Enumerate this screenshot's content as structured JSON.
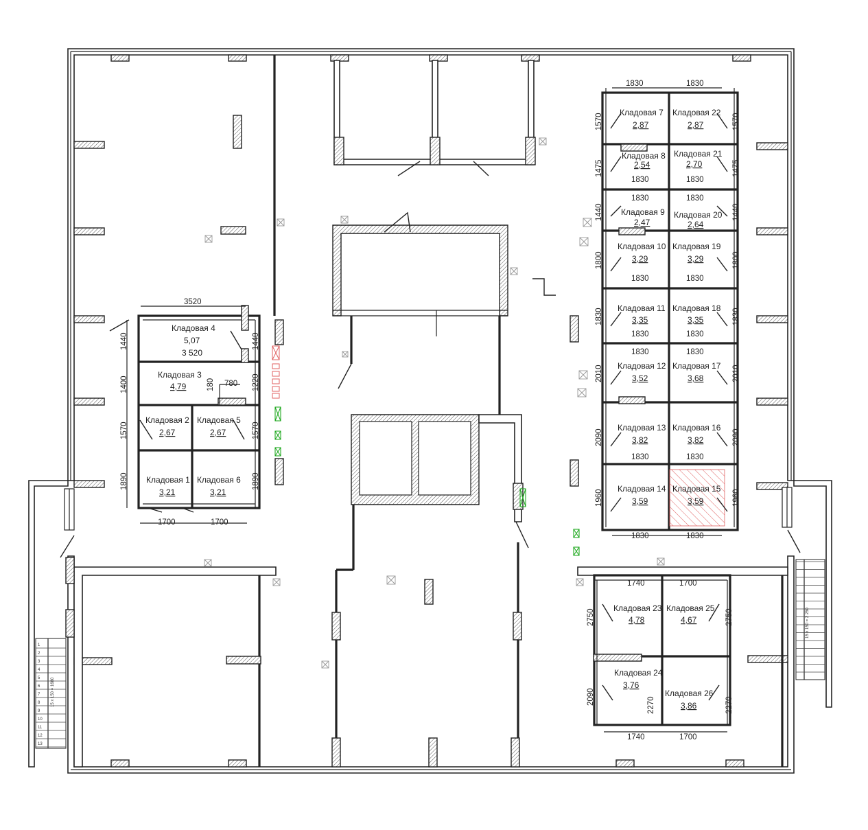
{
  "plan": {
    "accent_colors": {
      "walls": "#222222",
      "highlight_red": "#e06060",
      "highlight_green": "#22aa22"
    },
    "rooms": [
      {
        "id": "r1",
        "name": "Кладовая 1",
        "area": "3,21"
      },
      {
        "id": "r2",
        "name": "Кладовая 2",
        "area": "2,67"
      },
      {
        "id": "r3",
        "name": "Кладовая 3",
        "area": "4,79"
      },
      {
        "id": "r4",
        "name": "Кладовая 4",
        "area": "5,07",
        "extra": "3 520"
      },
      {
        "id": "r5",
        "name": "Кладовая 5",
        "area": "2,67"
      },
      {
        "id": "r6",
        "name": "Кладовая 6",
        "area": "3,21"
      },
      {
        "id": "r7",
        "name": "Кладовая 7",
        "area": "2,87"
      },
      {
        "id": "r8",
        "name": "Кладовая 8",
        "area": "2,54"
      },
      {
        "id": "r9",
        "name": "Кладовая 9",
        "area": "2,47"
      },
      {
        "id": "r10",
        "name": "Кладовая 10",
        "area": "3,29"
      },
      {
        "id": "r11",
        "name": "Кладовая 11",
        "area": "3,35"
      },
      {
        "id": "r12",
        "name": "Кладовая 12",
        "area": "3,52"
      },
      {
        "id": "r13",
        "name": "Кладовая 13",
        "area": "3,82"
      },
      {
        "id": "r14",
        "name": "Кладовая 14",
        "area": "3,59"
      },
      {
        "id": "r15",
        "name": "Кладовая 15",
        "area": "3,59"
      },
      {
        "id": "r16",
        "name": "Кладовая 16",
        "area": "3,82"
      },
      {
        "id": "r17",
        "name": "Кладовая 17",
        "area": "3,68"
      },
      {
        "id": "r18",
        "name": "Кладовая 18",
        "area": "3,35"
      },
      {
        "id": "r19",
        "name": "Кладовая 19",
        "area": "3,29"
      },
      {
        "id": "r20",
        "name": "Кладовая 20",
        "area": "2,64"
      },
      {
        "id": "r21",
        "name": "Кладовая 21",
        "area": "2,70"
      },
      {
        "id": "r22",
        "name": "Кладовая 22",
        "area": "2,87"
      },
      {
        "id": "r23",
        "name": "Кладовая 23",
        "area": "4,78"
      },
      {
        "id": "r24",
        "name": "Кладовая 24",
        "area": "3,76"
      },
      {
        "id": "r25",
        "name": "Кладовая 25",
        "area": "4,67"
      },
      {
        "id": "r26",
        "name": "Кладовая 26",
        "area": "3,86"
      }
    ],
    "dimensions": {
      "d3520": "3520",
      "d1440": "1440",
      "d1400": "1400",
      "d1570": "1570",
      "d1890": "1890",
      "d1700": "1700",
      "d1220": "1220",
      "d180": "180",
      "d780": "780",
      "d1830": "1830",
      "d1475": "1475",
      "d1800": "1800",
      "d2010": "2010",
      "d2090": "2090",
      "d1960": "1960",
      "d1740": "1740",
      "d2750": "2750",
      "d2270": "2270"
    },
    "stairs": {
      "left_label": "15 x 150 = 1680",
      "right_label": "15 x 150 = 2 250",
      "left_steps": [
        "1",
        "2",
        "3",
        "4",
        "5",
        "6",
        "7",
        "8",
        "9",
        "10",
        "11",
        "12",
        "13"
      ]
    }
  }
}
